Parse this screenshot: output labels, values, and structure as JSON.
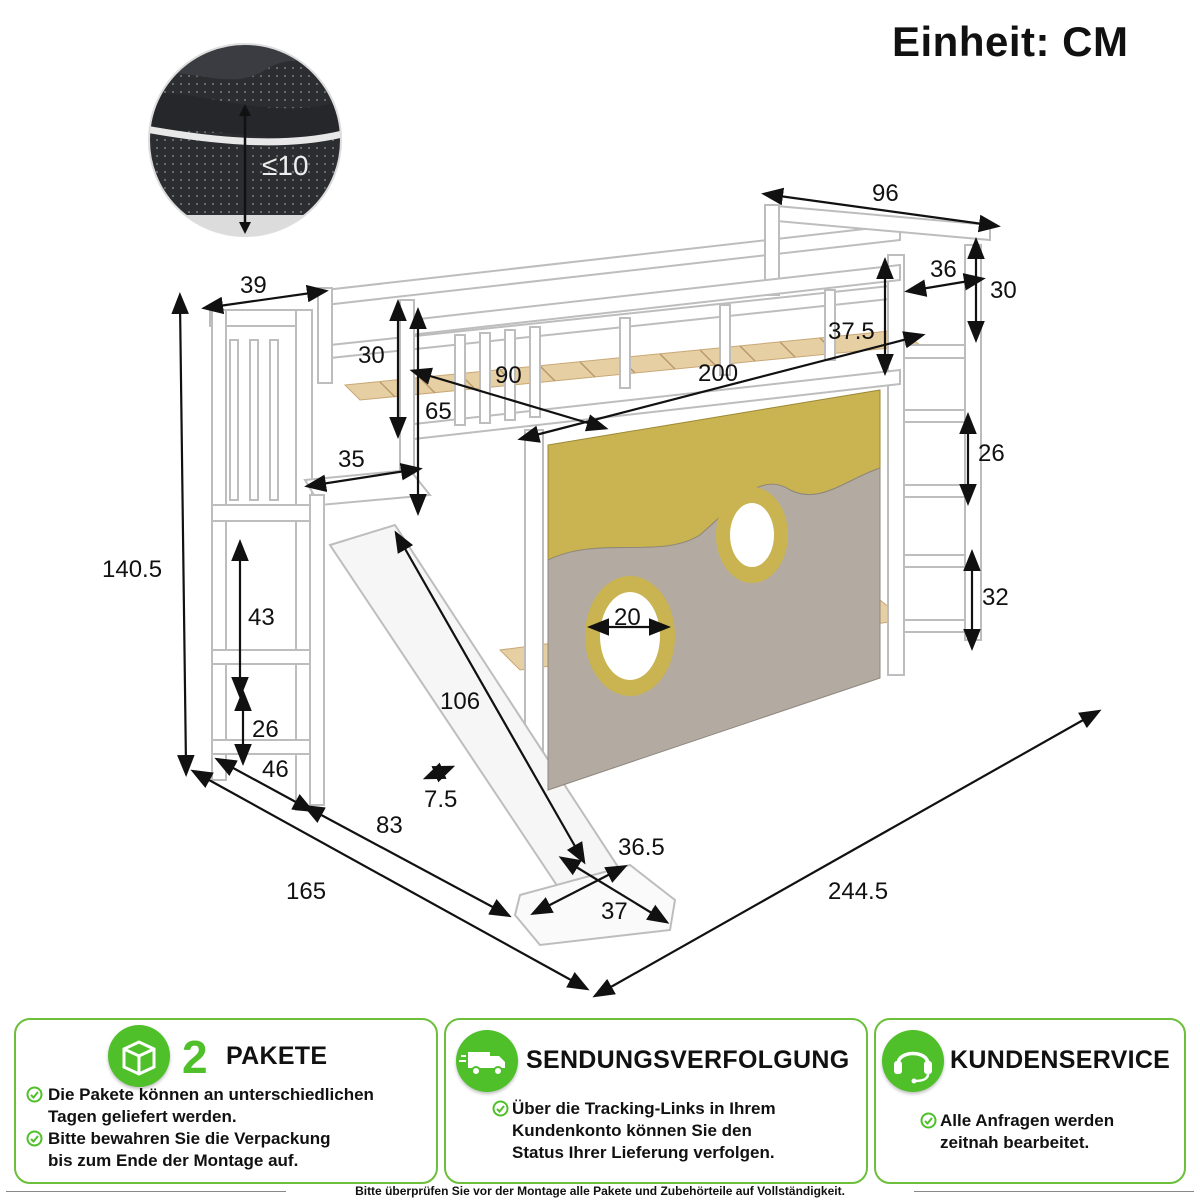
{
  "unit_title": "Einheit: CM",
  "mattress": {
    "thickness_label": "≤10"
  },
  "dimensions": {
    "top_depth": "96",
    "head_width": "39",
    "guard_right_width": "36",
    "guard_right_height": "30",
    "guard_left_height": "30",
    "mattress_width": "90",
    "mattress_length": "200",
    "curtain_drop": "37.5",
    "upper_clearance": "65",
    "platform_depth": "35",
    "ladder_step": "26",
    "total_height": "140.5",
    "lower_step_gap": "43",
    "lower_ladder_gap": "32",
    "window_diameter": "20",
    "slide_length": "106",
    "bottom_step": "26",
    "base_depth": "46",
    "slide_thickness": "7.5",
    "platform_length": "83",
    "slide_width_top": "36.5",
    "slide_width_bottom": "37",
    "overall_width": "165",
    "overall_length": "244.5"
  },
  "panels": [
    {
      "icon": "package-box-icon",
      "count": "2",
      "title": "PAKETE",
      "lines": [
        "Die Pakete können an unterschiedlichen",
        "Tagen geliefert werden.",
        "Bitte bewahren Sie die Verpackung",
        "bis zum Ende der Montage auf."
      ]
    },
    {
      "icon": "delivery-truck-icon",
      "title": "SENDUNGSVERFOLGUNG",
      "lines": [
        "Über die Tracking-Links in Ihrem",
        "Kundenkonto können Sie den",
        "Status Ihrer Lieferung verfolgen."
      ]
    },
    {
      "icon": "headset-icon",
      "title": "KUNDENSERVICE",
      "lines": [
        "Alle Anfragen werden",
        "zeitnah bearbeitet."
      ]
    }
  ],
  "footer_note": "Bitte überprüfen Sie vor der Montage alle Pakete und Zubehörteile auf Vollständigkeit.",
  "colors": {
    "accent_green": "#4fbf2a",
    "panel_border": "#6bbf3a",
    "curtain_yellow": "#c9b451",
    "curtain_grey": "#b3aba1",
    "mattress_dark": "#2d2f33"
  }
}
